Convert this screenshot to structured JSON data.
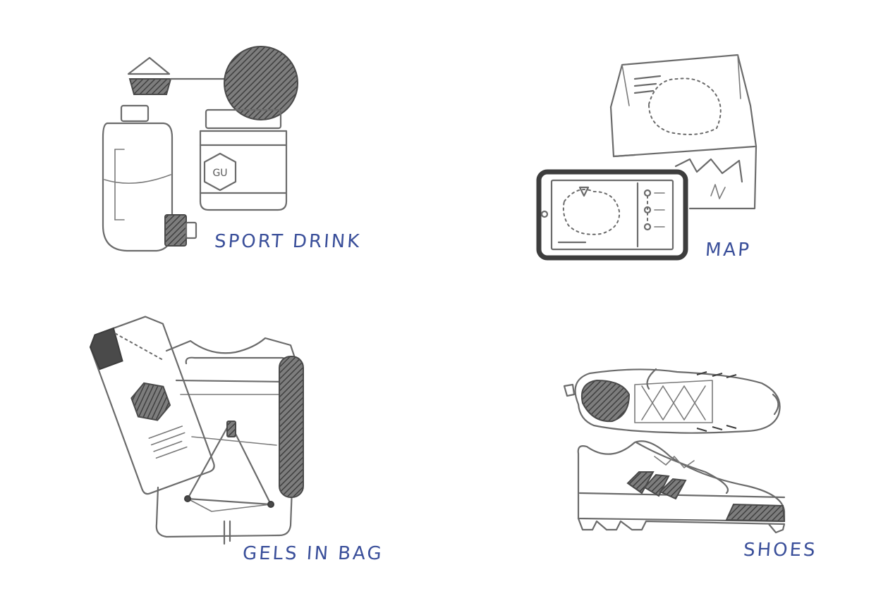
{
  "labels": {
    "sport_drink": "SPORT DRINK",
    "map": "MAP",
    "gels_in_bag": "GELS IN BAG",
    "shoes": "SHOES"
  },
  "items": {
    "jar_logo": "GU"
  },
  "colors": {
    "label_ink": "#3a4f9a",
    "pencil": "#6b6b6b",
    "background": "#ffffff"
  }
}
